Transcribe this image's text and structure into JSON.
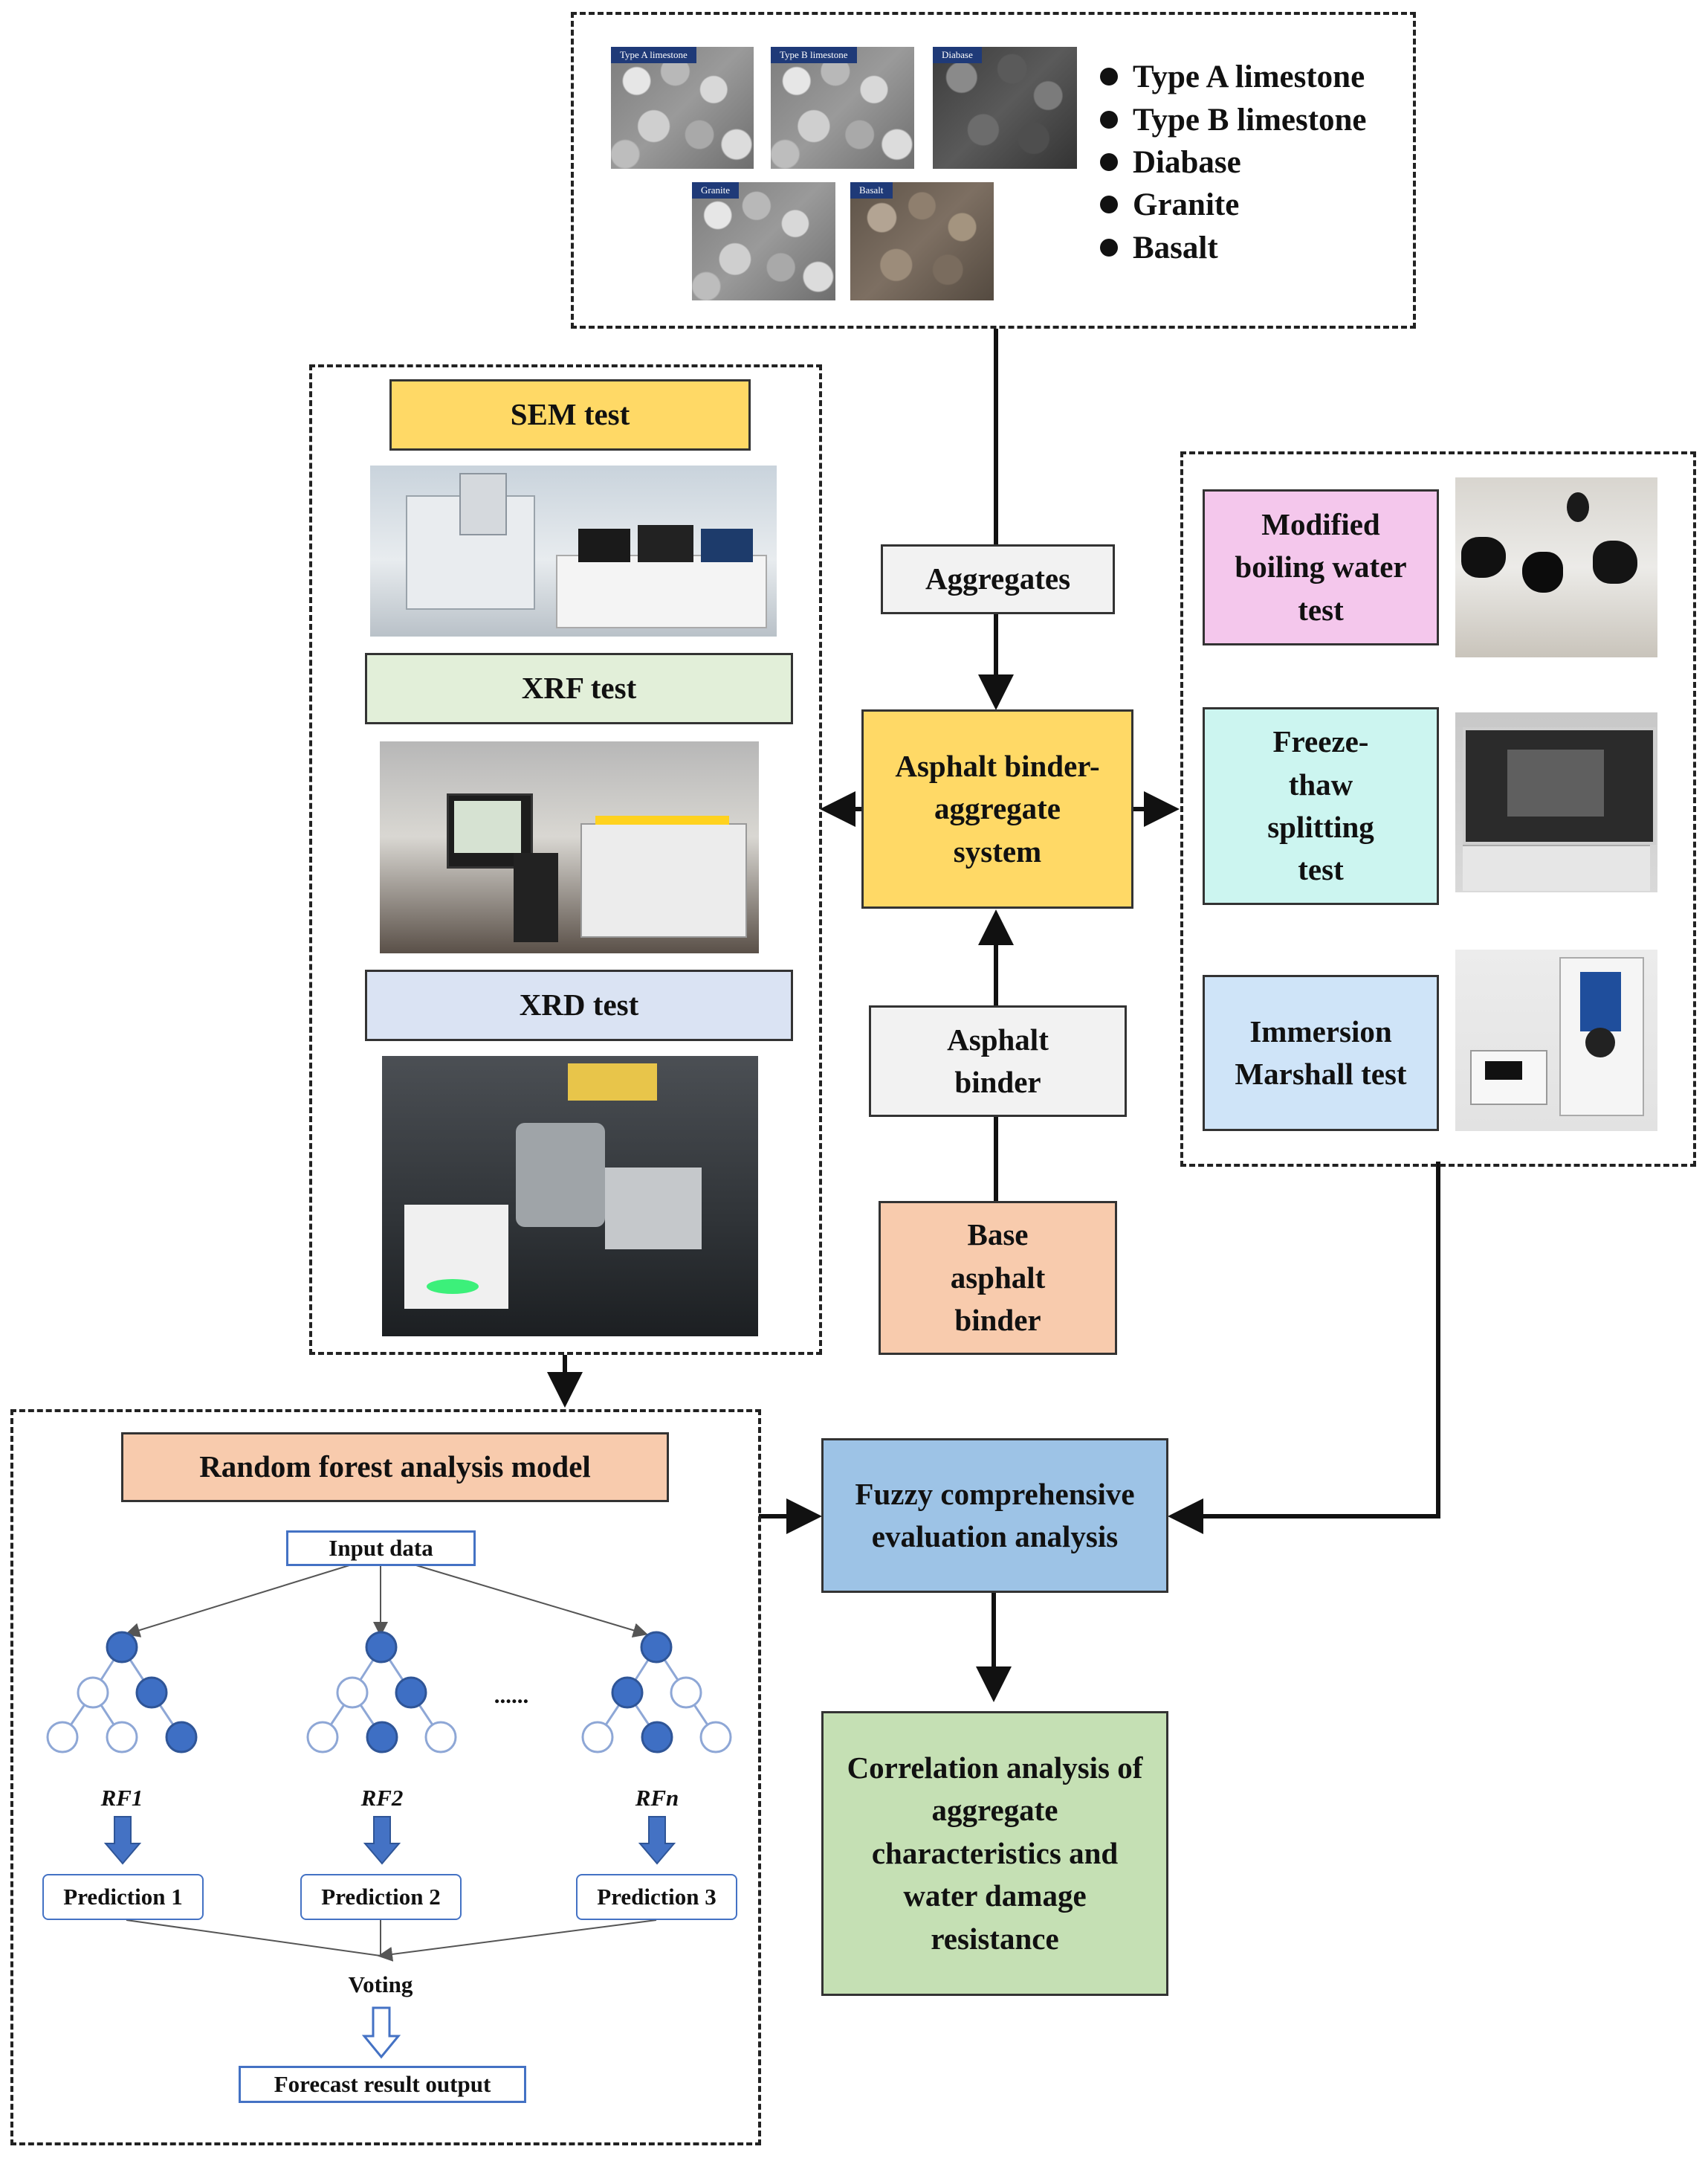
{
  "aggregates_panel": {
    "photos": [
      "Type A limestone",
      "Type B limestone",
      "Diabase",
      "Granite",
      "Basalt"
    ],
    "legend": [
      "Type A limestone",
      "Type B limestone",
      "Diabase",
      "Granite",
      "Basalt"
    ]
  },
  "characterization_tests": {
    "sem": "SEM test",
    "xrf": "XRF test",
    "xrd": "XRD test"
  },
  "center_flow": {
    "aggregates": "Aggregates",
    "system": "Asphalt binder-aggregate system",
    "binder": "Asphalt binder",
    "base_binder": "Base asphalt binder"
  },
  "water_damage_tests": {
    "boiling": "Modified boiling water test",
    "freeze_thaw": "Freeze-thaw splitting test",
    "marshall": "Immersion Marshall test"
  },
  "random_forest": {
    "title": "Random forest analysis model",
    "input": "Input data",
    "ellipsis": "......",
    "trees": [
      "RF1",
      "RF2",
      "RFn"
    ],
    "predictions": [
      "Prediction 1",
      "Prediction 2",
      "Prediction 3"
    ],
    "voting": "Voting",
    "output": "Forecast result output"
  },
  "analysis": {
    "fuzzy": "Fuzzy comprehensive evaluation analysis",
    "correlation": "Correlation analysis of aggregate characteristics and water damage resistance"
  },
  "colors": {
    "yellow": "#FFD966",
    "green_light": "#E2EFD9",
    "blue_light": "#DAE3F3",
    "gray_light": "#F2F2F2",
    "peach": "#F8CBAD",
    "pink": "#F4C7EC",
    "mint": "#CCF5F0",
    "sky": "#CFE4F8",
    "blue": "#9DC3E6",
    "green": "#C5E0B4",
    "node_blue": "#3E6FC4"
  }
}
